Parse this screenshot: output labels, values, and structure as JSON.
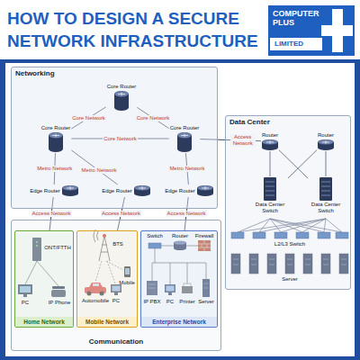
{
  "diagram": {
    "title": "HOW TO DESIGN A SECURE NETWORK INFRASTRUCTURE",
    "nodes": [
      {
        "text": [
          "Networking"
        ]
      },
      {
        "text": [
          "Core Router"
        ],
        "in": 0
      },
      {
        "text": [
          "Core Router"
        ],
        "in": 0
      },
      {
        "text": [
          "Core Router"
        ],
        "in": 0
      },
      {
        "text": [
          "Edge Router"
        ],
        "in": 0
      },
      {
        "text": [
          "Edge Router"
        ],
        "in": 0
      },
      {
        "text": [
          "Edge Router"
        ],
        "in": 0
      },
      {
        "text": [
          "Data Center"
        ]
      },
      {
        "text": [
          "Router"
        ],
        "in": 7
      },
      {
        "text": [
          "Router"
        ],
        "in": 7
      },
      {
        "text": [
          "Data Center Switch"
        ],
        "in": 7
      },
      {
        "text": [
          "Data Center Switch"
        ],
        "in": 7
      },
      {
        "text": [
          "Communication"
        ]
      },
      {
        "text": [
          "Home Network"
        ],
        "in": 12
      },
      {
        "text": [
          "Mobile Network"
        ],
        "in": 12
      },
      {
        "text": [
          "Enterprise Network"
        ],
        "in": 12
      }
    ],
    "edges": [
      {
        "from": 2,
        "to": 1,
        "arrow": "none",
        "label": "Core Network"
      },
      {
        "from": 1,
        "to": 3,
        "arrow": "none",
        "label": "Core Network"
      },
      {
        "from": 2,
        "to": 3,
        "arrow": "none",
        "label": "Core Network"
      },
      {
        "from": 2,
        "to": 4,
        "arrow": "none",
        "label": "Metro Network"
      },
      {
        "from": 2,
        "to": 5,
        "arrow": "none",
        "label": "Metro Network"
      },
      {
        "from": 3,
        "to": 6,
        "arrow": "none",
        "label": "Metro Network"
      },
      {
        "from": 4,
        "to": 13,
        "arrow": "none",
        "label": "Access Network"
      },
      {
        "from": 5,
        "to": 14,
        "arrow": "none",
        "label": "Access Network"
      },
      {
        "from": 6,
        "to": 15,
        "arrow": "none",
        "label": "Access Network"
      },
      {
        "from": 3,
        "to": 8,
        "arrow": "none",
        "label": "Access Network"
      },
      {
        "from": 8,
        "to": 10,
        "arrow": "none"
      },
      {
        "from": 8,
        "to": 11,
        "arrow": "none"
      },
      {
        "from": 9,
        "to": 10,
        "arrow": "none"
      },
      {
        "from": 9,
        "to": 11,
        "arrow": "none"
      }
    ],
    "labels": [
      "COMPUTER PLUS",
      "LIMITED",
      "L2/L3 Switch",
      "Server",
      "ONT/FTTH",
      "PC",
      "IP Phone",
      "BTS",
      "Mobile",
      "Automobile",
      "PC",
      "Switch",
      "Router",
      "Firewall",
      "IP PBX",
      "PC",
      "Printer",
      "Server"
    ]
  }
}
